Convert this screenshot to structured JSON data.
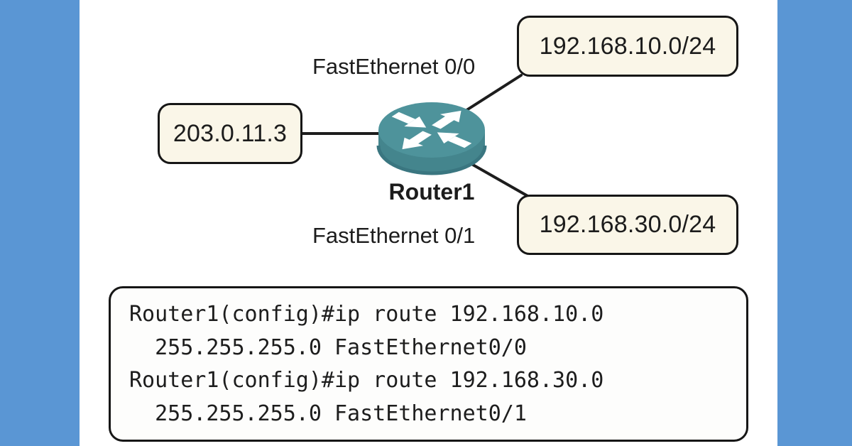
{
  "diagram": {
    "router": {
      "label": "Router1",
      "icon": "cisco-router-icon"
    },
    "interfaces": [
      {
        "label": "FastEthernet 0/0"
      },
      {
        "label": "FastEthernet 0/1"
      }
    ],
    "nodes": [
      {
        "label": "203.0.11.3"
      },
      {
        "label": "192.168.10.0/24"
      },
      {
        "label": "192.168.30.0/24"
      }
    ]
  },
  "terminal": {
    "lines": [
      "Router1(config)#ip route 192.168.10.0",
      "  255.255.255.0 FastEthernet0/0",
      "Router1(config)#ip route 192.168.30.0",
      "  255.255.255.0 FastEthernet0/1"
    ]
  },
  "colors": {
    "side_panel_blue": "#5a96d4",
    "node_box_fill": "#faf6e8",
    "outline_dark": "#161616",
    "router_top_teal": "#4e939b",
    "router_side_teal": "#44858d",
    "router_rim_teal": "#3a7680"
  }
}
